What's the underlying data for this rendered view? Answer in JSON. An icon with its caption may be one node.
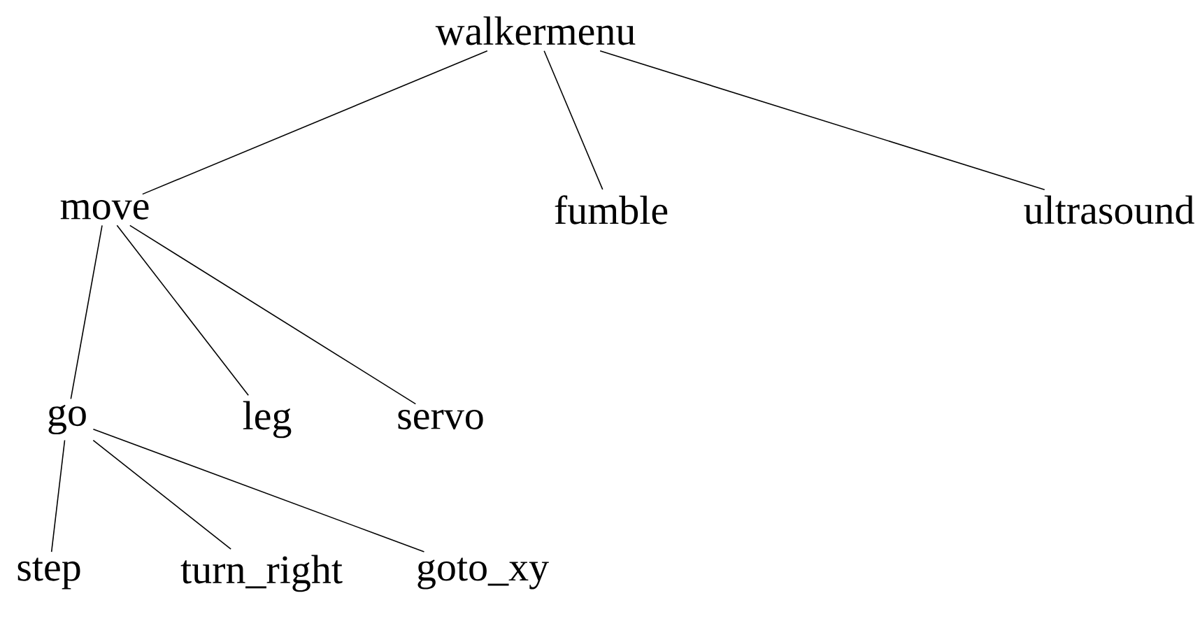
{
  "diagram": {
    "nodes": [
      {
        "text": [
          "walkermenu"
        ]
      },
      {
        "text": [
          "move"
        ]
      },
      {
        "text": [
          "fumble"
        ]
      },
      {
        "text": [
          "ultrasound"
        ]
      },
      {
        "text": [
          "go"
        ]
      },
      {
        "text": [
          "leg"
        ]
      },
      {
        "text": [
          "servo"
        ]
      },
      {
        "text": [
          "step"
        ]
      },
      {
        "text": [
          "turn_right"
        ]
      },
      {
        "text": [
          "goto_xy"
        ]
      }
    ],
    "edges": [
      {
        "from": 0,
        "to": 1,
        "arrow": "none"
      },
      {
        "from": 0,
        "to": 2,
        "arrow": "none"
      },
      {
        "from": 0,
        "to": 3,
        "arrow": "none"
      },
      {
        "from": 1,
        "to": 4,
        "arrow": "none"
      },
      {
        "from": 1,
        "to": 5,
        "arrow": "none"
      },
      {
        "from": 1,
        "to": 6,
        "arrow": "none"
      },
      {
        "from": 4,
        "to": 7,
        "arrow": "none"
      },
      {
        "from": 4,
        "to": 8,
        "arrow": "none"
      },
      {
        "from": 4,
        "to": 9,
        "arrow": "none"
      }
    ]
  }
}
